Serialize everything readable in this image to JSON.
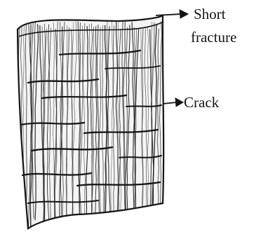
{
  "labels": {
    "short_fracture_line1": "Short",
    "short_fracture_line2": "fracture",
    "crack": "Crack"
  },
  "colors": {
    "ink": "#141414",
    "paper": "#ffffff"
  }
}
